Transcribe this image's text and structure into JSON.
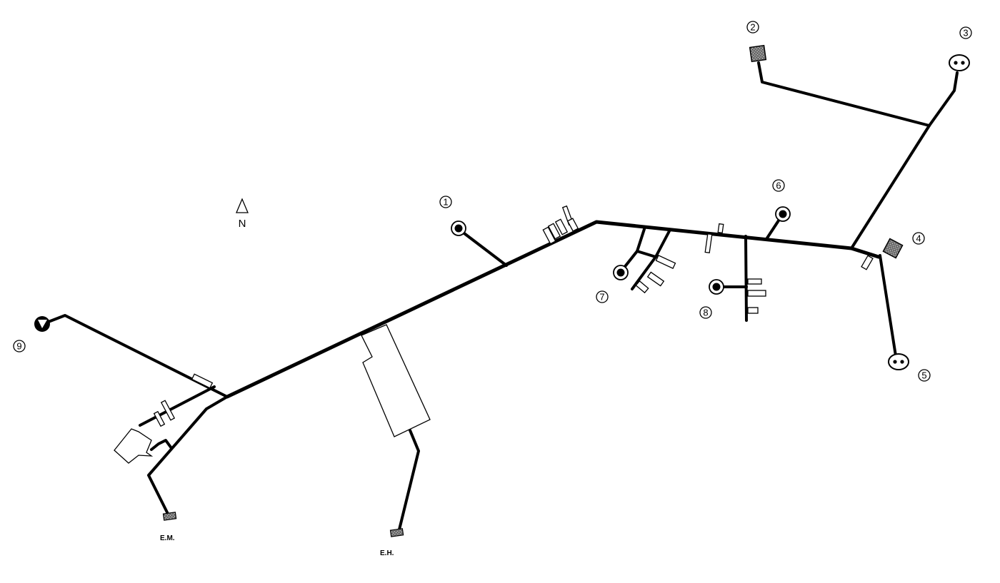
{
  "north_label": "N",
  "markers": [
    "1",
    "2",
    "3",
    "4",
    "5",
    "6",
    "7",
    "8",
    "9"
  ],
  "end_labels": {
    "em": "E.M.",
    "eh": "E.H."
  }
}
